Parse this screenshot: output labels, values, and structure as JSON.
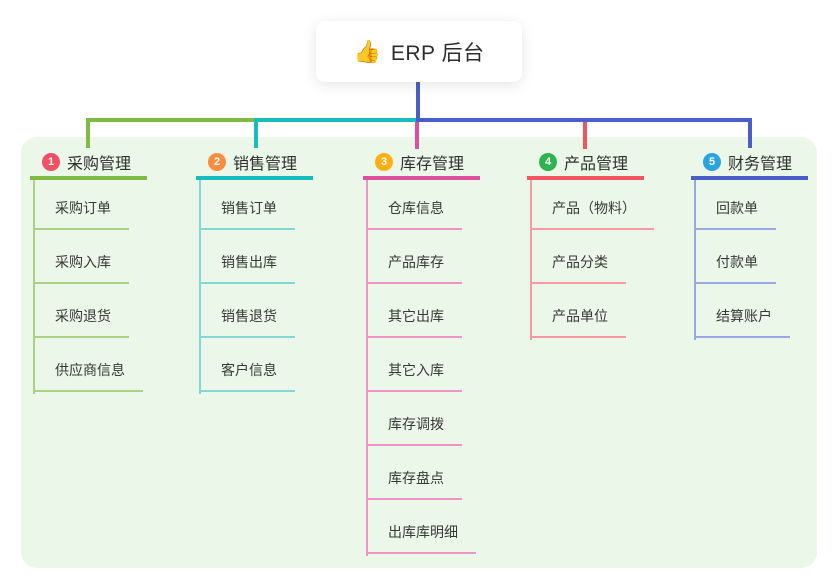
{
  "root": {
    "label": "ERP 后台",
    "icon_glyph": "👍",
    "connector_color": "#4a5ec8"
  },
  "branches": [
    {
      "number": "1",
      "label": "采购管理",
      "badge_color": "#ef5064",
      "line_color": "#7fba44",
      "line_color_light": "#a9d284",
      "children": [
        "采购订单",
        "采购入库",
        "采购退货",
        "供应商信息"
      ]
    },
    {
      "number": "2",
      "label": "销售管理",
      "badge_color": "#f98c3f",
      "line_color": "#17bcbe",
      "line_color_light": "#83d8d6",
      "children": [
        "销售订单",
        "销售出库",
        "销售退货",
        "客户信息"
      ]
    },
    {
      "number": "3",
      "label": "库存管理",
      "badge_color": "#fcb016",
      "line_color": "#de4f9e",
      "line_color_light": "#ef95c5",
      "children": [
        "仓库信息",
        "产品库存",
        "其它出库",
        "其它入库",
        "库存调拨",
        "库存盘点",
        "出库库明细"
      ]
    },
    {
      "number": "4",
      "label": "产品管理",
      "badge_color": "#2eb350",
      "line_color": "#f25560",
      "line_color_light": "#f89aa2",
      "children": [
        "产品（物料）",
        "产品分类",
        "产品单位"
      ]
    },
    {
      "number": "5",
      "label": "财务管理",
      "badge_color": "#29a4df",
      "line_color": "#4a5ec8",
      "line_color_light": "#97a9e2",
      "children": [
        "回款单",
        "付款单",
        "结算账户"
      ]
    }
  ]
}
